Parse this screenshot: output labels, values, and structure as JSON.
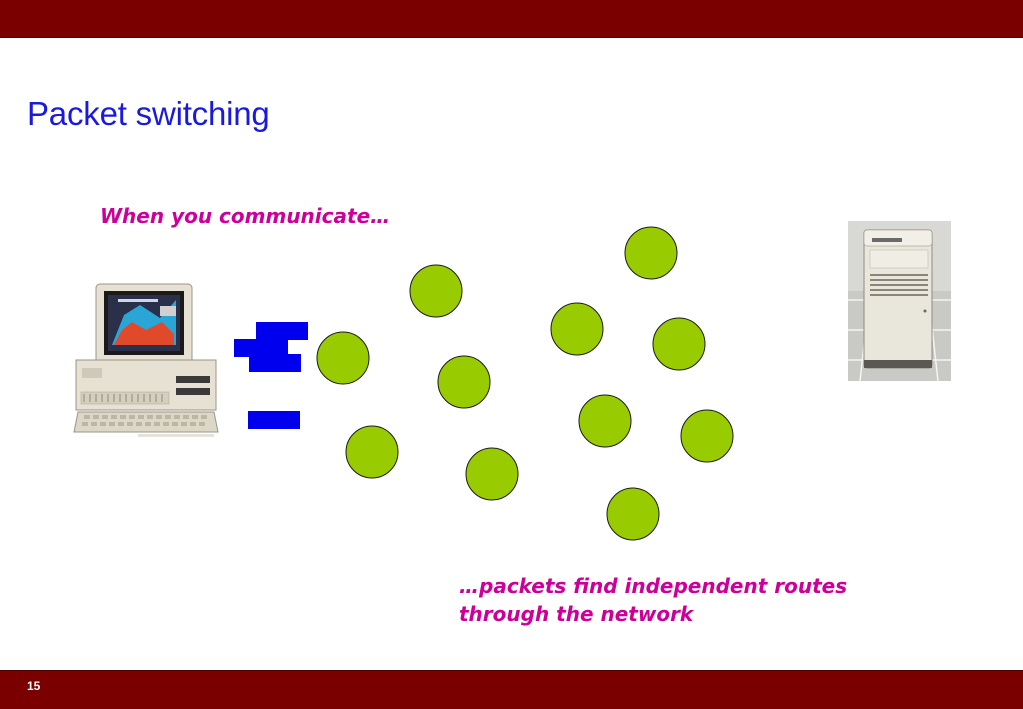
{
  "slide": {
    "title": "Packet switching",
    "caption_top": "When you communicate…",
    "caption_bottom_line1": "…packets find independent routes",
    "caption_bottom_line2": "through the network",
    "page_number": "15"
  },
  "colors": {
    "bar": "#7a0000",
    "title": "#1a1adf",
    "caption": "#cc0099",
    "node_fill": "#99cc00",
    "packet": "#0000ee"
  },
  "icons": {
    "client": "desktop-computer-icon",
    "server": "server-tower-icon"
  }
}
